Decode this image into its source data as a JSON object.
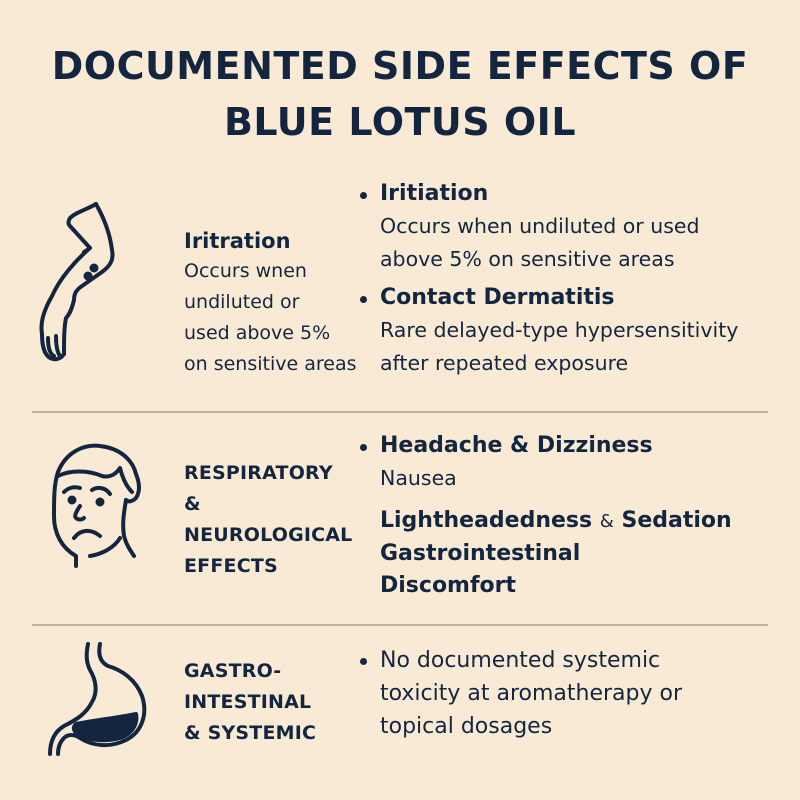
{
  "title": {
    "line1": "DOCUMENTED SIDE EFFECTS OF",
    "line2": "BLUE LOTUS OIL"
  },
  "colors": {
    "background": "#f9ead6",
    "text": "#14263f",
    "divider": "#b9b3a0"
  },
  "sections": [
    {
      "icon": "arm-rash-icon",
      "label": {
        "heading": "Iritration",
        "lines": [
          "Occurs wnen",
          "undiluted or",
          "used above 5%",
          "on sensitive areas"
        ]
      },
      "items": [
        {
          "heading": "Iritiation",
          "lines": [
            "Occurs when undiluted or used",
            "above 5% on sensitive areas"
          ]
        },
        {
          "heading": "Contact Dermatitis",
          "lines": [
            "Rare delayed-type hypersensitivity",
            "after repeated exposure"
          ]
        }
      ]
    },
    {
      "icon": "sad-face-icon",
      "category": [
        "RESPIRATORY",
        "&",
        "NEUROLOGICAL",
        "EFFECTS"
      ],
      "items": [
        {
          "heading": "Headache & Dizziness",
          "lines": [
            "Nausea"
          ]
        },
        {
          "heading_part1": "Lightheadedness",
          "heading_amp": "&",
          "heading_part2": "Sedation",
          "lines": [
            "Gastrointestinal",
            "Discomfort"
          ]
        }
      ]
    },
    {
      "icon": "stomach-icon",
      "category": [
        "GASTRO-",
        "INTESTINAL",
        "& SYSTEMIC"
      ],
      "items": [
        {
          "lines": [
            "No documented systemic",
            "toxicity at aromatherapy or",
            "topical dosages"
          ]
        }
      ]
    }
  ]
}
